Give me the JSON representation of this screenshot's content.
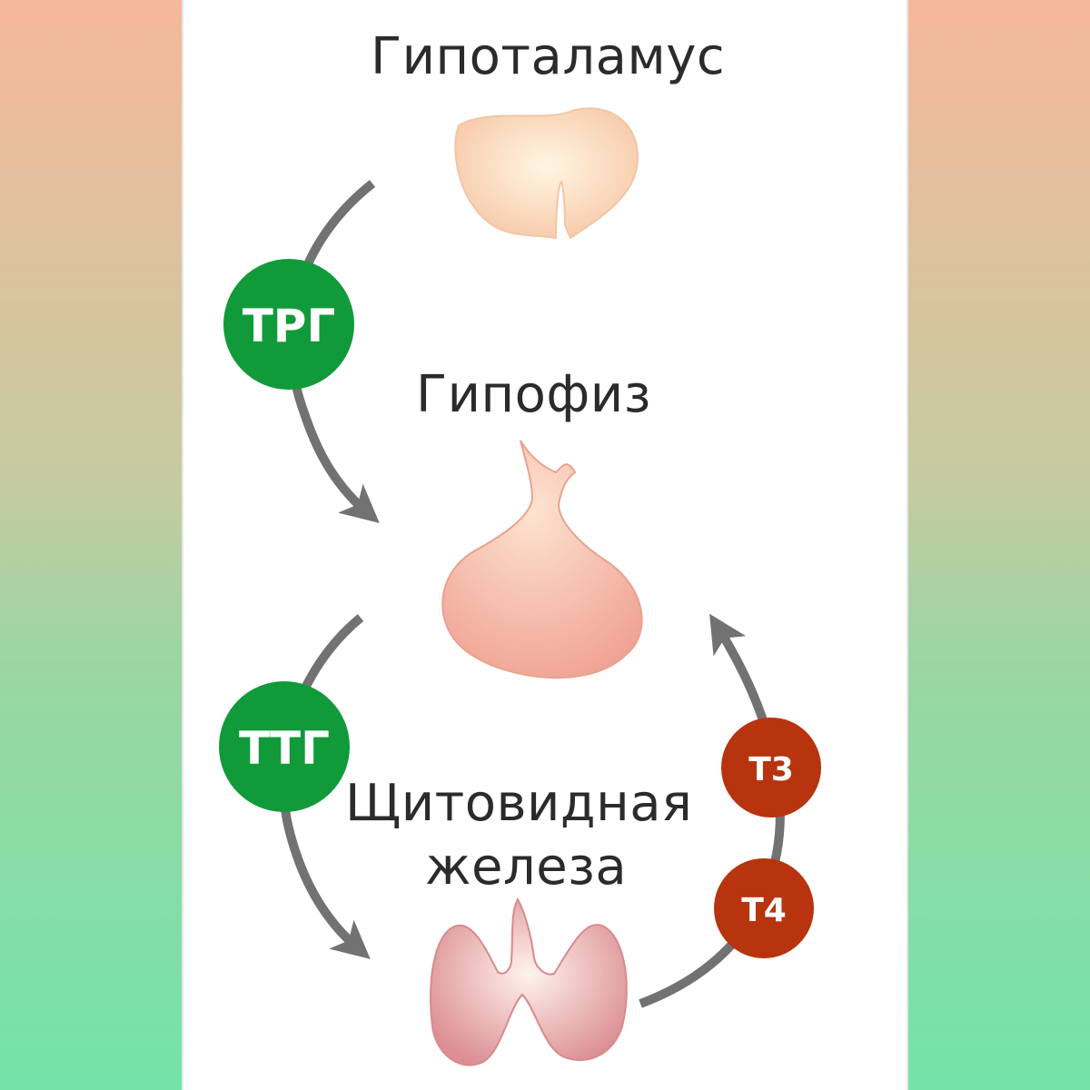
{
  "organs": {
    "hypothalamus": "Гипоталамус",
    "pituitary": "Гипофиз",
    "thyroid_line1": "Щитовидная",
    "thyroid_line2": "железа"
  },
  "hormones": {
    "trh": "ТРГ",
    "tsh": "ТТГ",
    "t3": "Т3",
    "t4": "Т4"
  },
  "colors": {
    "stimulating_hormone": "#119a3a",
    "thyroid_hormone": "#b7340e",
    "arrow": "#727272",
    "hypothalamus_fill": "#fbdcc1",
    "pituitary_fill": "#f5b7a2",
    "thyroid_fill": "#e9b0b0"
  }
}
